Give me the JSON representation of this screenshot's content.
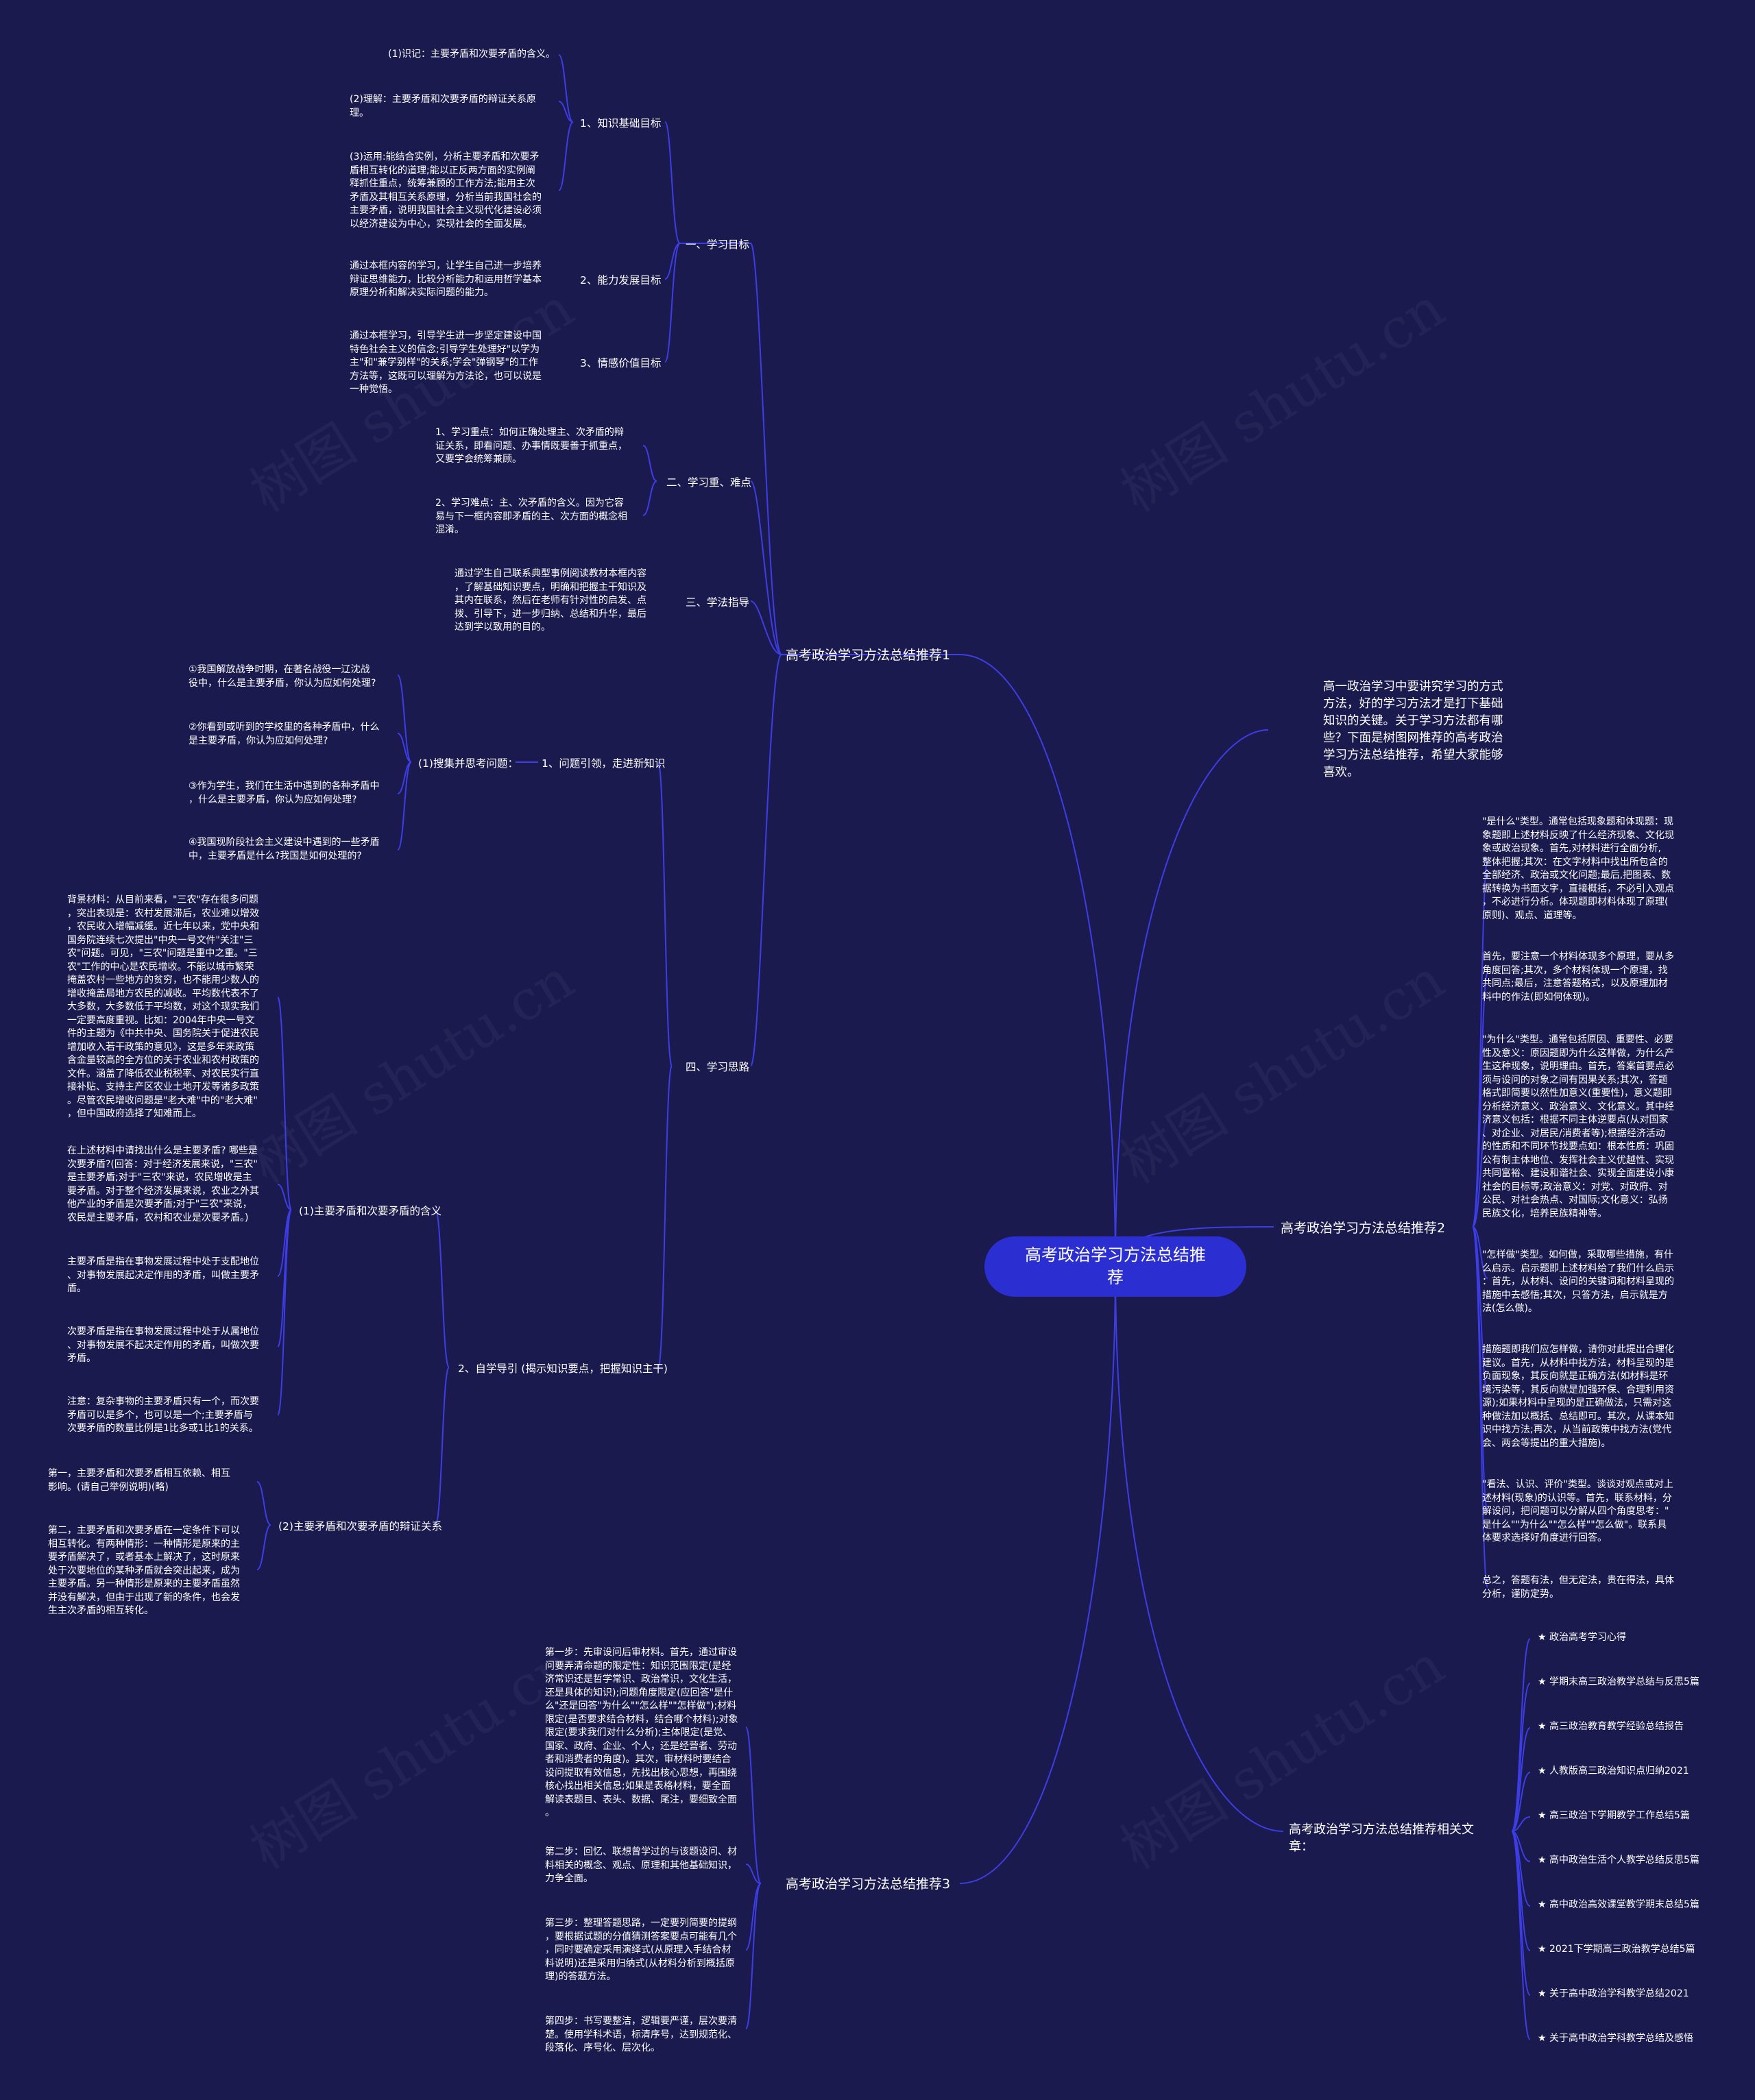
{
  "watermark": "树图 shutu.cn",
  "root": "高考政治学习方法总结推\n荐",
  "intro": "高一政治学习中要讲究学习的方式\n方法，好的学习方法才是打下基础\n知识的关键。关于学习方法都有哪\n些？下面是树图网推荐的高考政治\n学习方法总结推荐，希望大家能够\n喜欢。",
  "branch1": {
    "title": "高考政治学习方法总结推荐1",
    "s1": {
      "title": "一、学习目标",
      "k1": {
        "title": "1、知识基础目标",
        "items": [
          "(1)识记：主要矛盾和次要矛盾的含义。",
          "(2)理解：主要矛盾和次要矛盾的辩证关系原\n理。",
          "(3)运用:能结合实例，分析主要矛盾和次要矛\n盾相互转化的道理;能以正反两方面的实例阐\n释抓住重点，统筹兼顾的工作方法;能用主次\n矛盾及其相互关系原理，分析当前我国社会的\n主要矛盾，说明我国社会主义现代化建设必须\n以经济建设为中心，实现社会的全面发展。"
        ]
      },
      "k2": {
        "title": "2、能力发展目标",
        "text": "通过本框内容的学习，让学生自己进一步培养\n辩证思维能力，比较分析能力和运用哲学基本\n原理分析和解决实际问题的能力。"
      },
      "k3": {
        "title": "3、情感价值目标",
        "text": "通过本框学习，引导学生进一步坚定建设中国\n特色社会主义的信念;引导学生处理好\"以学为\n主\"和\"兼学别样\"的关系;学会\"弹钢琴\"的工作\n方法等，这既可以理解为方法论，也可以说是\n一种觉悟。"
      }
    },
    "s2": {
      "title": "二、学习重、难点",
      "items": [
        "1、学习重点：如何正确处理主、次矛盾的辩\n证关系，即看问题、办事情既要善于抓重点，\n又要学会统筹兼顾。",
        "2、学习难点：主、次矛盾的含义。因为它容\n易与下一框内容即矛盾的主、次方面的概念相\n混淆。"
      ]
    },
    "s3": {
      "title": "三、学法指导",
      "text": "通过学生自己联系典型事例阅读教材本框内容\n，了解基础知识要点，明确和把握主干知识及\n其内在联系，然后在老师有针对性的启发、点\n拨、引导下，进一步归纳、总结和升华，最后\n达到学以致用的目的。"
    },
    "s4": {
      "title": "四、学习思路",
      "q1": {
        "title": "1、问题引领，走进新知识",
        "sub": "(1)搜集并思考问题：",
        "items": [
          "①我国解放战争时期，在著名战役一辽沈战\n役中，什么是主要矛盾，你认为应如何处理?",
          "②你看到或听到的学校里的各种矛盾中，什么\n是主要矛盾，你认为应如何处理?",
          "③作为学生，我们在生活中遇到的各种矛盾中\n，什么是主要矛盾，你认为应如何处理?",
          "④我国现阶段社会主义建设中遇到的一些矛盾\n中，主要矛盾是什么?我国是如何处理的?"
        ]
      },
      "q2": {
        "title": "2、自学导引 (揭示知识要点，把握知识主干)",
        "a": {
          "title": "(1)主要矛盾和次要矛盾的含义",
          "items": [
            "背景材料：从目前来看，\"三农\"存在很多问题\n，突出表现是：农村发展滞后，农业难以增效\n，农民收入增幅减缓。近七年以来，党中央和\n国务院连续七次提出\"中央一号文件\"关注\"三\n农\"问题。可见，\"三农\"问题是重中之重。\"三\n农\"工作的中心是农民增收。不能以城市繁荣\n掩盖农村一些地方的贫穷，也不能用少数人的\n增收掩盖局地方农民的减收。平均数代表不了\n大多数，大多数低于平均数，对这个现实我们\n一定要高度重视。比如：2004年中央一号文\n件的主题为《中共中央、国务院关于促进农民\n增加收入若干政策的意见》，这是多年来政策\n含金量较高的全方位的关于农业和农村政策的\n文件。涵盖了降低农业税税率、对农民实行直\n接补贴、支持主产区农业土地开发等诸多政策\n。尽管农民增收问题是\"老大难\"中的\"老大难\"\n，但中国政府选择了知难而上。",
            "在上述材料中请找出什么是主要矛盾? 哪些是\n次要矛盾?(回答：对于经济发展来说，\"三农\"\n是主要矛盾;对于\"三农\"来说，农民增收是主\n要矛盾。对于整个经济发展来说，农业之外其\n他产业的矛盾是次要矛盾;对于\"三农\"来说，\n农民是主要矛盾，农村和农业是次要矛盾。)",
            "主要矛盾是指在事物发展过程中处于支配地位\n、对事物发展起决定作用的矛盾，叫做主要矛\n盾。",
            "次要矛盾是指在事物发展过程中处于从属地位\n、对事物发展不起决定作用的矛盾，叫做次要\n矛盾。",
            "注意：复杂事物的主要矛盾只有一个，而次要\n矛盾可以是多个，也可以是一个;主要矛盾与\n次要矛盾的数量比例是1比多或1比1的关系。"
          ]
        },
        "b": {
          "title": "(2)主要矛盾和次要矛盾的辩证关系",
          "items": [
            "第一，主要矛盾和次要矛盾相互依赖、相互\n影响。(请自己举例说明)(略)",
            "第二，主要矛盾和次要矛盾在一定条件下可以\n相互转化。有两种情形：一种情形是原来的主\n要矛盾解决了，或者基本上解决了，这时原来\n处于次要地位的某种矛盾就会突出起来，成为\n主要矛盾。另一种情形是原来的主要矛盾虽然\n并没有解决，但由于出现了新的条件，也会发\n生主次矛盾的相互转化。"
          ]
        }
      }
    }
  },
  "branch2": {
    "title": "高考政治学习方法总结推荐2",
    "items": [
      "\"是什么\"类型。通常包括现象题和体现题：现\n象题即上述材料反映了什么经济现象、文化现\n象或政治现象。首先,对材料进行全面分析,\n整体把握;其次：在文字材料中找出所包含的\n全部经济、政治或文化问题;最后,把图表、数\n据转换为书面文字，直接概括，不必引入观点\n，不必进行分析。体现题即材料体现了原理(\n原则)、观点、道理等。",
      "首先，要注意一个材料体现多个原理，要从多\n角度回答;其次，多个材料体现一个原理，找\n共同点;最后，注意答题格式，以及原理加材\n料中的作法(即如何体现)。",
      "\"为什么\"类型。通常包括原因、重要性、必要\n性及意义：原因题即为什么这样做，为什么产\n生这种现象，说明理由。首先，答案首要点必\n须与设问的对象之间有因果关系;其次，答题\n格式即简要以然性加意义(重要性)，意义题即\n分析经济意义、政治意义、文化意义。其中经\n济意义包括：根据不同主体逆要点(从对国家\n、对企业、对居民/消费者等);根据经济活动\n的性质和不同环节找要点如：根本性质：巩固\n公有制主体地位、发挥社会主义优越性、实现\n共同富裕、建设和谐社会、实现全面建设小康\n社会的目标等;政治意义：对党、对政府、对\n公民、对社会热点、对国际;文化意义：弘扬\n民族文化，培养民族精神等。",
      "\"怎样做\"类型。如何做，采取哪些措施，有什\n么启示。启示题即上述材料给了我们什么启示\n：首先，从材料、设问的关键词和材料呈现的\n措施中去感悟;其次，只答方法，启示就是方\n法(怎么做)。",
      "措施题即我们应怎样做，请你对此提出合理化\n建议。首先，从材料中找方法，材料呈现的是\n负面现象，其反向就是正确方法(如材料是环\n境污染等，其反向就是加强环保、合理利用资\n源);如果材料中呈现的是正确做法，只需对这\n种做法加以概括、总结即可。其次，从课本知\n识中找方法;再次，从当前政策中找方法(党代\n会、两会等提出的重大措施)。",
      "\"看法、认识、评价\"类型。谈谈对观点或对上\n述材料(现象)的认识等。首先，联系材料，分\n解设问，把问题可以分解从四个角度思考：\"\n是什么\"\"为什么\"\"怎么样\"\"怎么做\"。联系具\n体要求选择好角度进行回答。",
      "总之，答题有法，但无定法，贵在得法，具体\n分析，谨防定势。"
    ]
  },
  "branch3": {
    "title": "高考政治学习方法总结推荐3",
    "items": [
      "第一步：先审设问后审材料。首先，通过审设\n问要弄清命题的限定性：知识范围限定(是经\n济常识还是哲学常识、政治常识，文化生活，\n还是具体的知识);问题角度限定(应回答\"是什\n么\"还是回答\"为什么\"\"怎么样\"\"怎样做\");材料\n限定(是否要求结合材料，结合哪个材料);对象\n限定(要求我们对什么分析);主体限定(是党、\n国家、政府、企业、个人，还是经营者、劳动\n者和消费者的角度)。其次，审材料时要结合\n设问提取有效信息，先找出核心思想，再围绕\n核心找出相关信息;如果是表格材料，要全面\n解读表题目、表头、数据、尾注，要细致全面\n。",
      "第二步：回忆、联想曾学过的与该题设问、材\n料相关的概念、观点、原理和其他基础知识，\n力争全面。",
      "第三步：整理答题思路，一定要列简要的提纲\n，要根据试题的分值猜测答案要点可能有几个\n，同时要确定采用演绎式(从原理入手结合材\n料说明)还是采用归纳式(从材料分析到概括原\n理)的答题方法。",
      "第四步：书写要整洁，逻辑要严谨，层次要清\n楚。使用学科术语，标清序号，达到规范化、\n段落化、序号化、层次化。"
    ]
  },
  "branch4": {
    "title": "高考政治学习方法总结推荐相关文\n章：",
    "items": [
      "★ 政治高考学习心得",
      "★ 学期末高三政治教学总结与反思5篇",
      "★ 高三政治教育教学经验总结报告",
      "★ 人教版高三政治知识点归纳2021",
      "★ 高三政治下学期教学工作总结5篇",
      "★ 高中政治生活个人教学总结反思5篇",
      "★ 高中政治高效课堂教学期末总结5篇",
      "★ 2021下学期高三政治教学总结5篇",
      "★ 关于高中政治学科教学总结2021",
      "★ 关于高中政治学科教学总结及感悟"
    ]
  },
  "colors": {
    "background": "#1a1a4e",
    "root": "#2b2ed0",
    "link": "#3d3de6",
    "text": "#ffffff"
  }
}
